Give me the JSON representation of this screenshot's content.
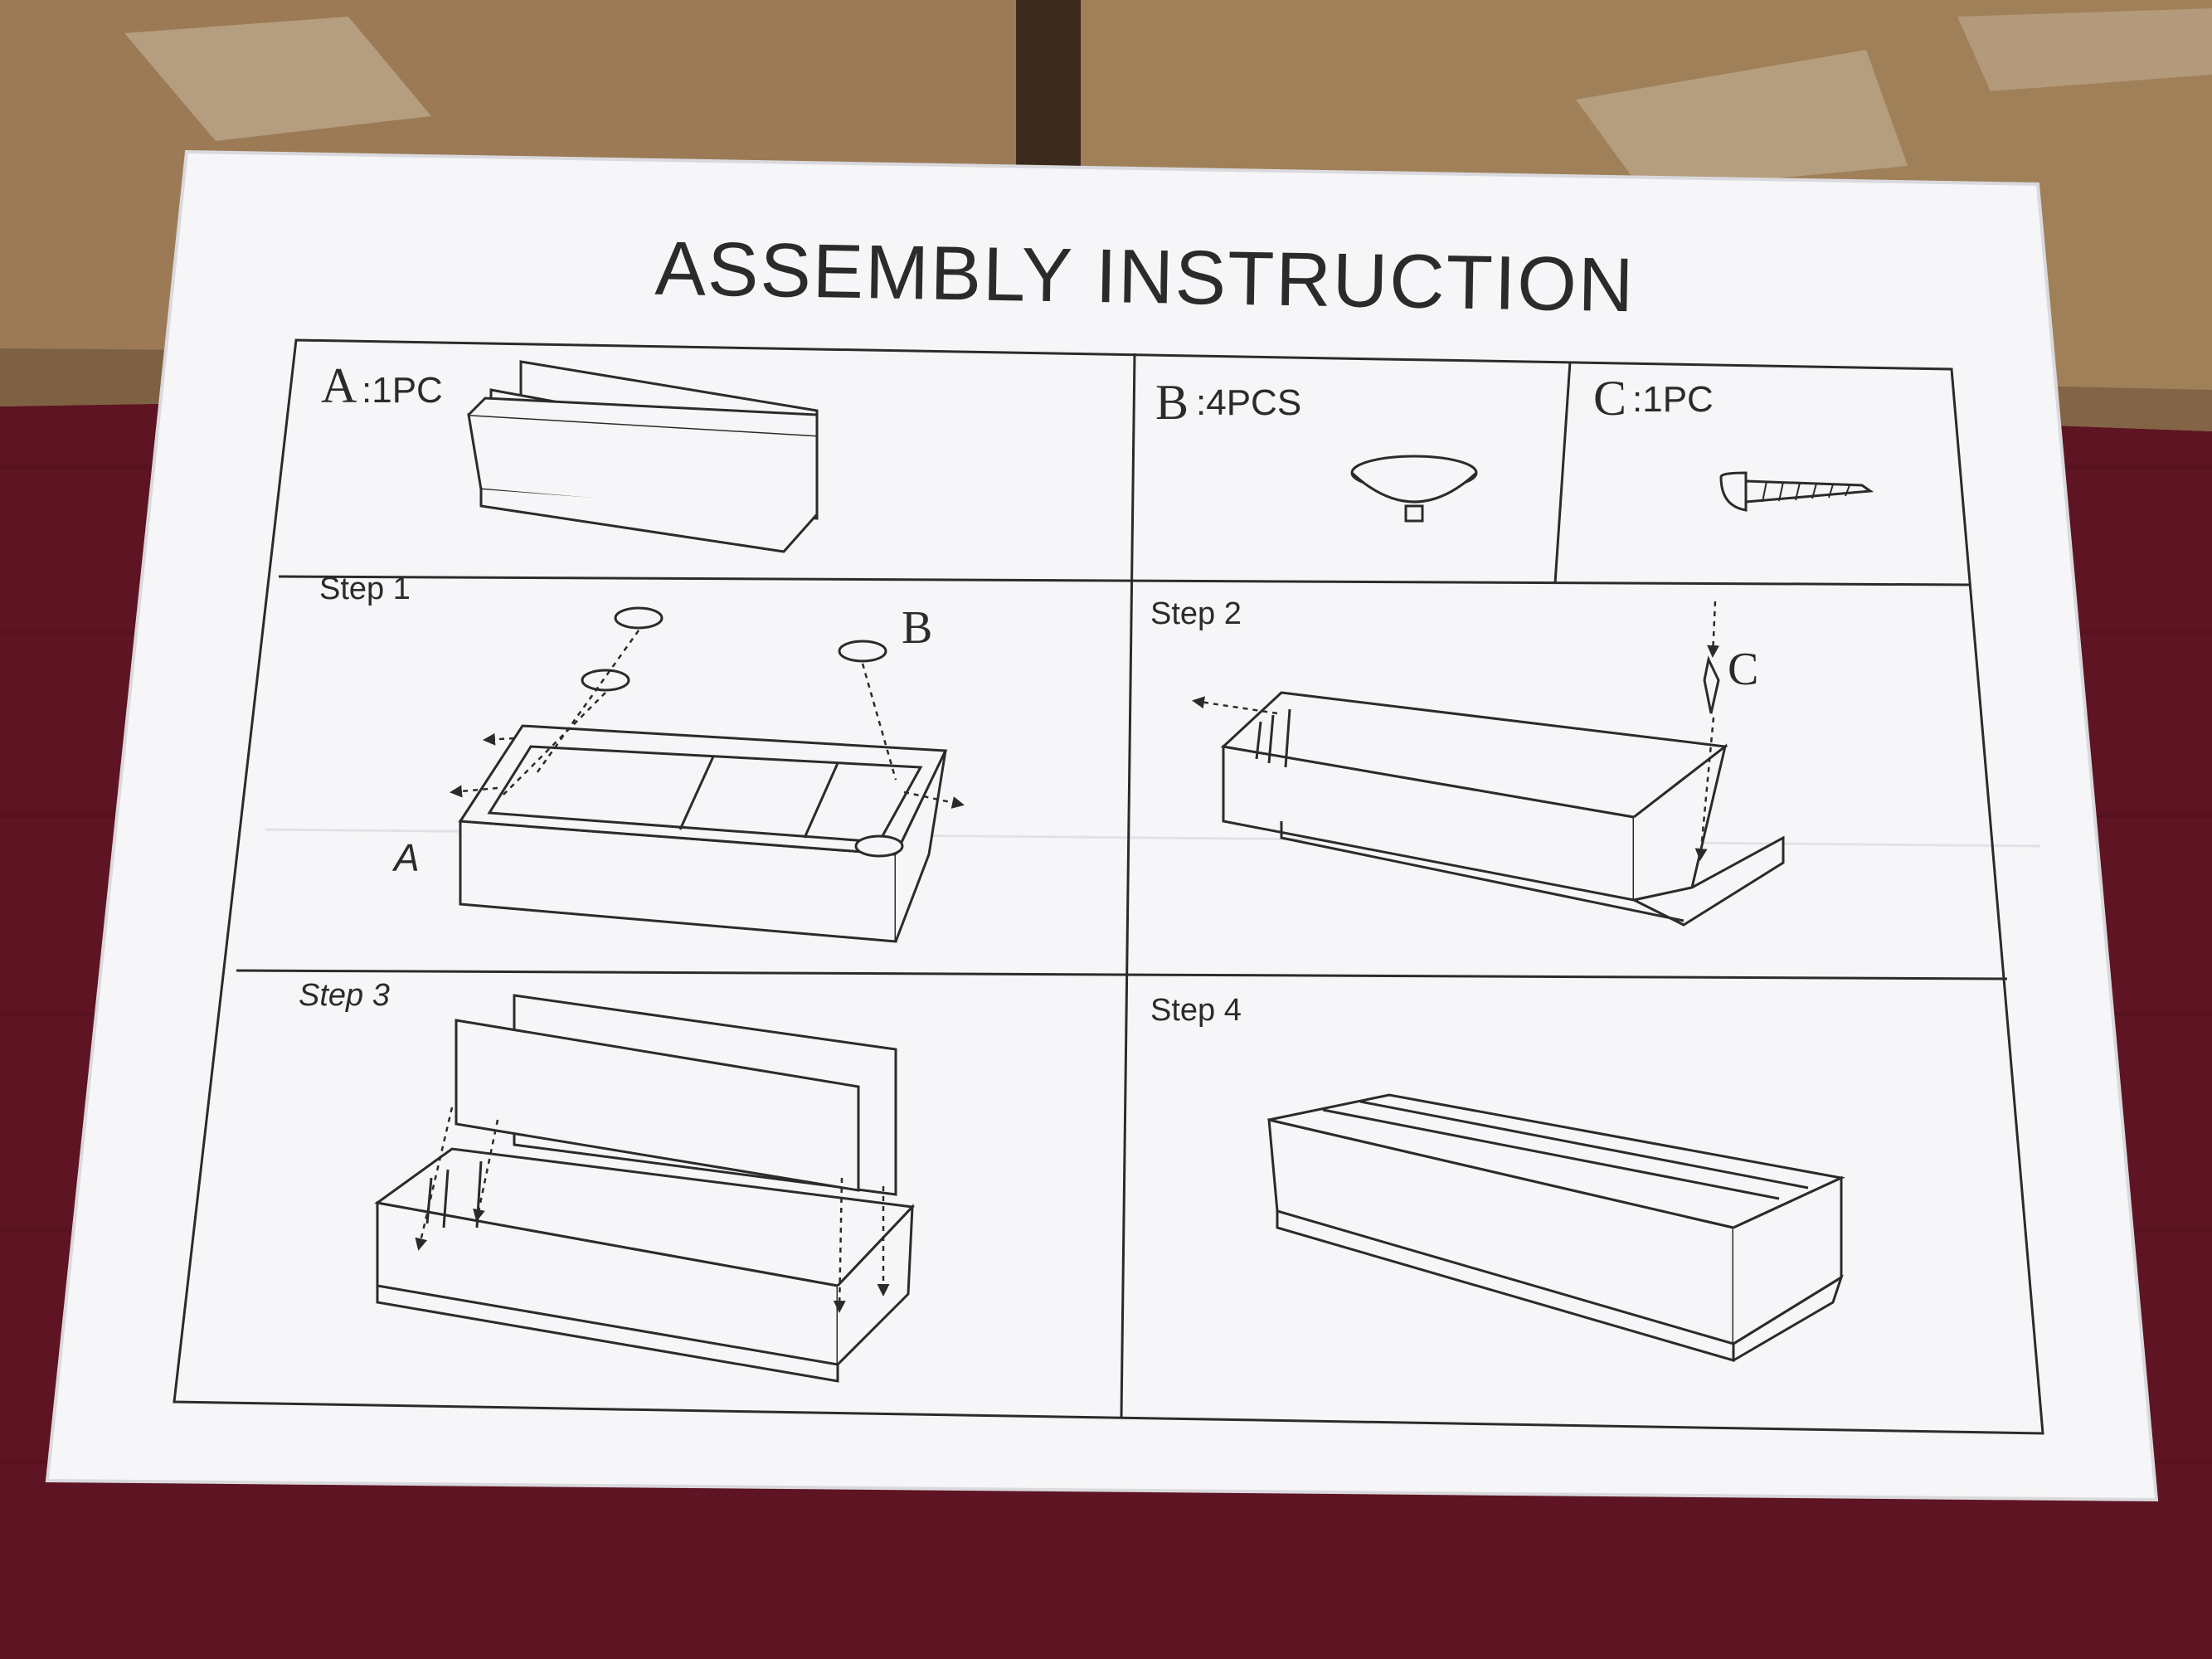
{
  "sheet": {
    "title": "ASSEMBLY INSTRUCTION",
    "parts": [
      {
        "letter": "A",
        "qty": ":1PC"
      },
      {
        "letter": "B",
        "qty": ":4PCS"
      },
      {
        "letter": "C",
        "qty": ":1PC"
      }
    ],
    "steps": {
      "step1": "Step 1",
      "step2": "Step 2",
      "step3": "Step 3",
      "step4": "Step 4"
    },
    "callouts": {
      "step1_b": "B",
      "step1_a": "A",
      "step2_c": "C"
    }
  },
  "colors": {
    "table_cloth": "#5e1422",
    "cardboard": "#9b7a55",
    "paper": "#f6f6f8",
    "ink": "#2b2b2b"
  }
}
